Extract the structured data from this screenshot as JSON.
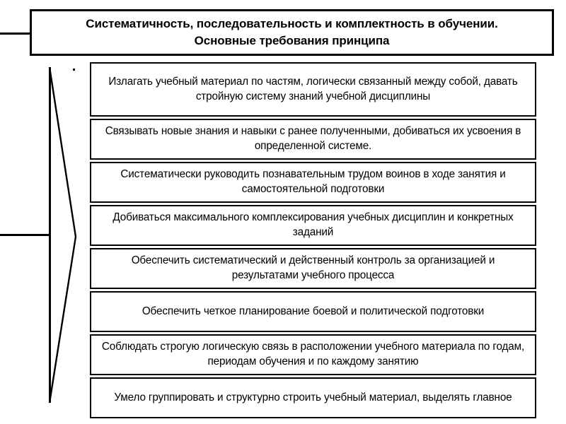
{
  "slide": {
    "title": {
      "line1": "Систематичность, последовательность и комплектность в обучении.",
      "line2": "Основные требования принципа"
    },
    "requirements": [
      {
        "text": "Излагать учебный материал по частям, логически связанный между собой, давать стройную систему знаний учебной дисциплины",
        "lines": 3
      },
      {
        "text": "Связывать новые знания и навыки с ранее полученными, добиваться их усвоения в определенной системе.",
        "lines": 2
      },
      {
        "text": "Систематически руководить познавательным трудом воинов в ходе занятия и самостоятельной подготовки",
        "lines": 2
      },
      {
        "text": "Добиваться максимального комплексирования учебных дисциплин и конкретных заданий",
        "lines": 2
      },
      {
        "text": "Обеспечить систематический и действенный контроль за организацией и результатами учебного процесса",
        "lines": 2
      },
      {
        "text": "Обеспечить четкое планирование боевой и политической подготовки",
        "lines": 2
      },
      {
        "text": "Соблюдать строгую логическую связь в расположении учебного материала по годам, периодам обучения и по каждому занятию",
        "lines": 2
      },
      {
        "text": "Умело группировать и структурно строить учебный материал, выделять главное",
        "lines": 2
      }
    ]
  },
  "colors": {
    "ink": "#000000",
    "paper": "#ffffff"
  }
}
